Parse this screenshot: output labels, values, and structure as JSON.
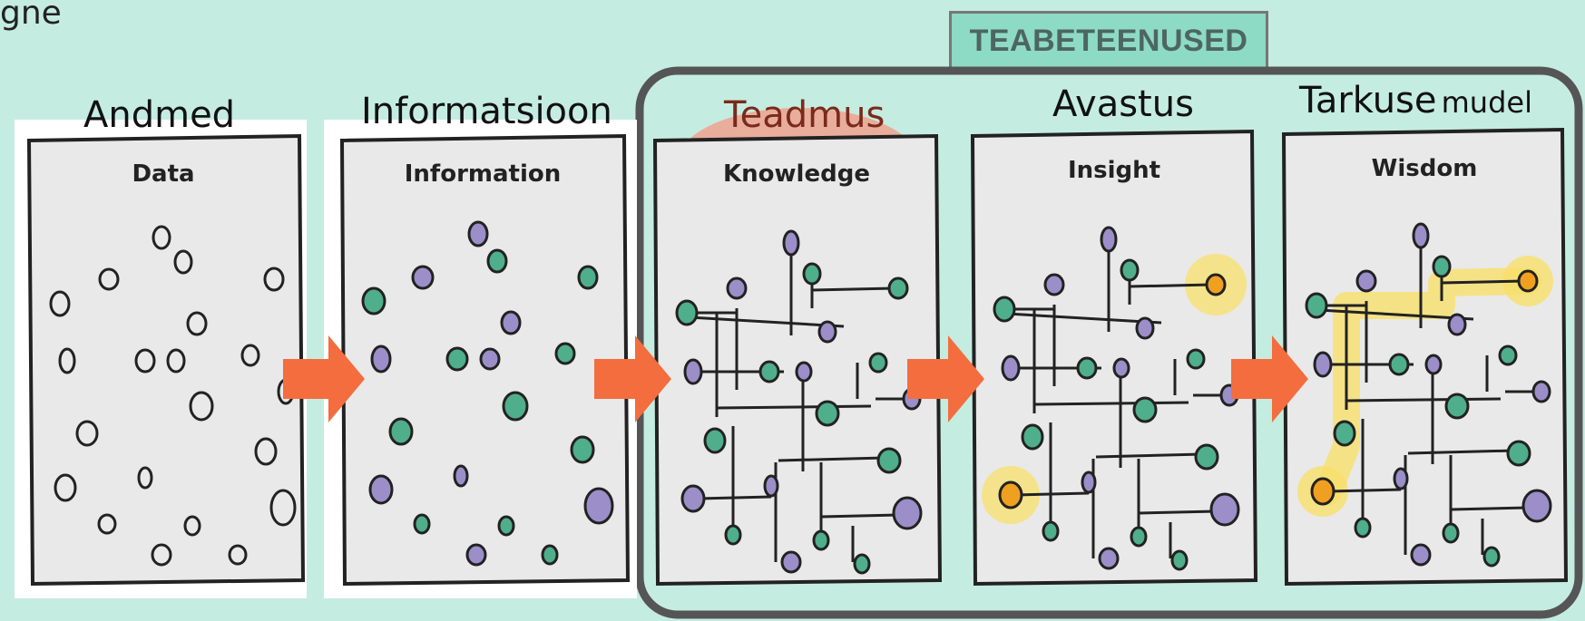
{
  "corner_text": "gne",
  "group_label": "TEABETEENUSED",
  "stages": [
    {
      "label": "Andmed",
      "title": "Data"
    },
    {
      "label": "Informatsioon",
      "title": "Information"
    },
    {
      "label": "Teadmus",
      "title": "Knowledge"
    },
    {
      "label": "Avastus",
      "title": "Insight"
    },
    {
      "label": "Tarkuse",
      "label_suffix": "mudel",
      "title": "Wisdom"
    }
  ],
  "colors": {
    "background": "#c5ece0",
    "panel": "#e9e9e9",
    "arrow": "#f36d3f",
    "group_border": "#555555",
    "group_label_bg": "#8ddbc4",
    "knowledge_highlight": "#eea28e",
    "node_green": "#4fae8c",
    "node_purple": "#9b8ec9",
    "node_orange": "#f0a020",
    "glow": "#f7e06a"
  }
}
